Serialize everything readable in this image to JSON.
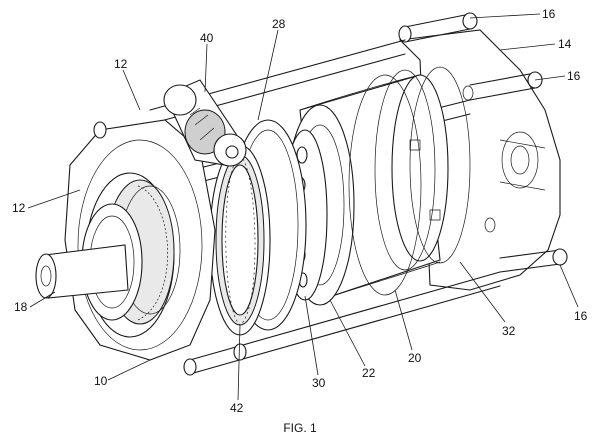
{
  "figure": {
    "caption": "FIG. 1"
  },
  "labels": {
    "l16a": "16",
    "l14": "14",
    "l16b": "16",
    "l40": "40",
    "l28": "28",
    "l12a": "12",
    "l12b": "12",
    "l18": "18",
    "l10": "10",
    "l42": "42",
    "l30": "30",
    "l22": "22",
    "l20": "20",
    "l32": "32",
    "l16c": "16"
  },
  "colors": {
    "ink": "#1a1a1a",
    "paper": "#ffffff"
  }
}
